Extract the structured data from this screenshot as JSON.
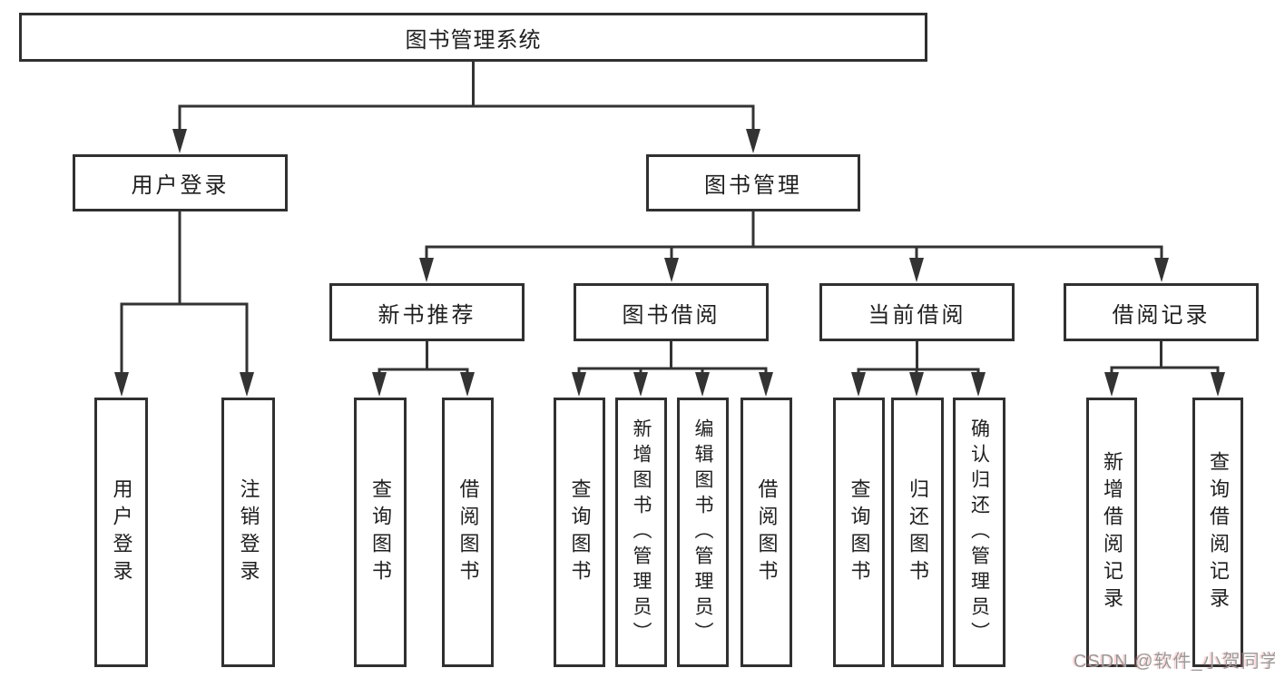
{
  "diagram": {
    "root": {
      "label": "图书管理系统"
    },
    "level2": [
      {
        "label": "用户登录"
      },
      {
        "label": "图书管理"
      }
    ],
    "level3": [
      {
        "label": "新书推荐",
        "parent": "图书管理"
      },
      {
        "label": "图书借阅",
        "parent": "图书管理"
      },
      {
        "label": "当前借阅",
        "parent": "图书管理"
      },
      {
        "label": "借阅记录",
        "parent": "图书管理"
      }
    ],
    "leaves": [
      {
        "label": "用户登录",
        "parent": "用户登录"
      },
      {
        "label": "注销登录",
        "parent": "用户登录"
      },
      {
        "label": "查询图书",
        "parent": "新书推荐"
      },
      {
        "label": "借阅图书",
        "parent": "新书推荐"
      },
      {
        "label": "查询图书",
        "parent": "图书借阅"
      },
      {
        "label": "新增图书（管理员）",
        "parent": "图书借阅"
      },
      {
        "label": "编辑图书（管理员）",
        "parent": "图书借阅"
      },
      {
        "label": "借阅图书",
        "parent": "图书借阅"
      },
      {
        "label": "查询图书",
        "parent": "当前借阅"
      },
      {
        "label": "归还图书",
        "parent": "当前借阅"
      },
      {
        "label": "确认归还（管理员）",
        "parent": "当前借阅"
      },
      {
        "label": "新增借阅记录",
        "parent": "借阅记录"
      },
      {
        "label": "查询借阅记录",
        "parent": "借阅记录"
      }
    ]
  },
  "watermark": {
    "text": "CSDN @软件_小贺同学"
  },
  "colors": {
    "line": "#333333",
    "box_border": "#303030",
    "box_background": "#ffffff",
    "text": "#1f1f1f",
    "watermark": "#9a9a9a",
    "background": "#ffffff"
  }
}
